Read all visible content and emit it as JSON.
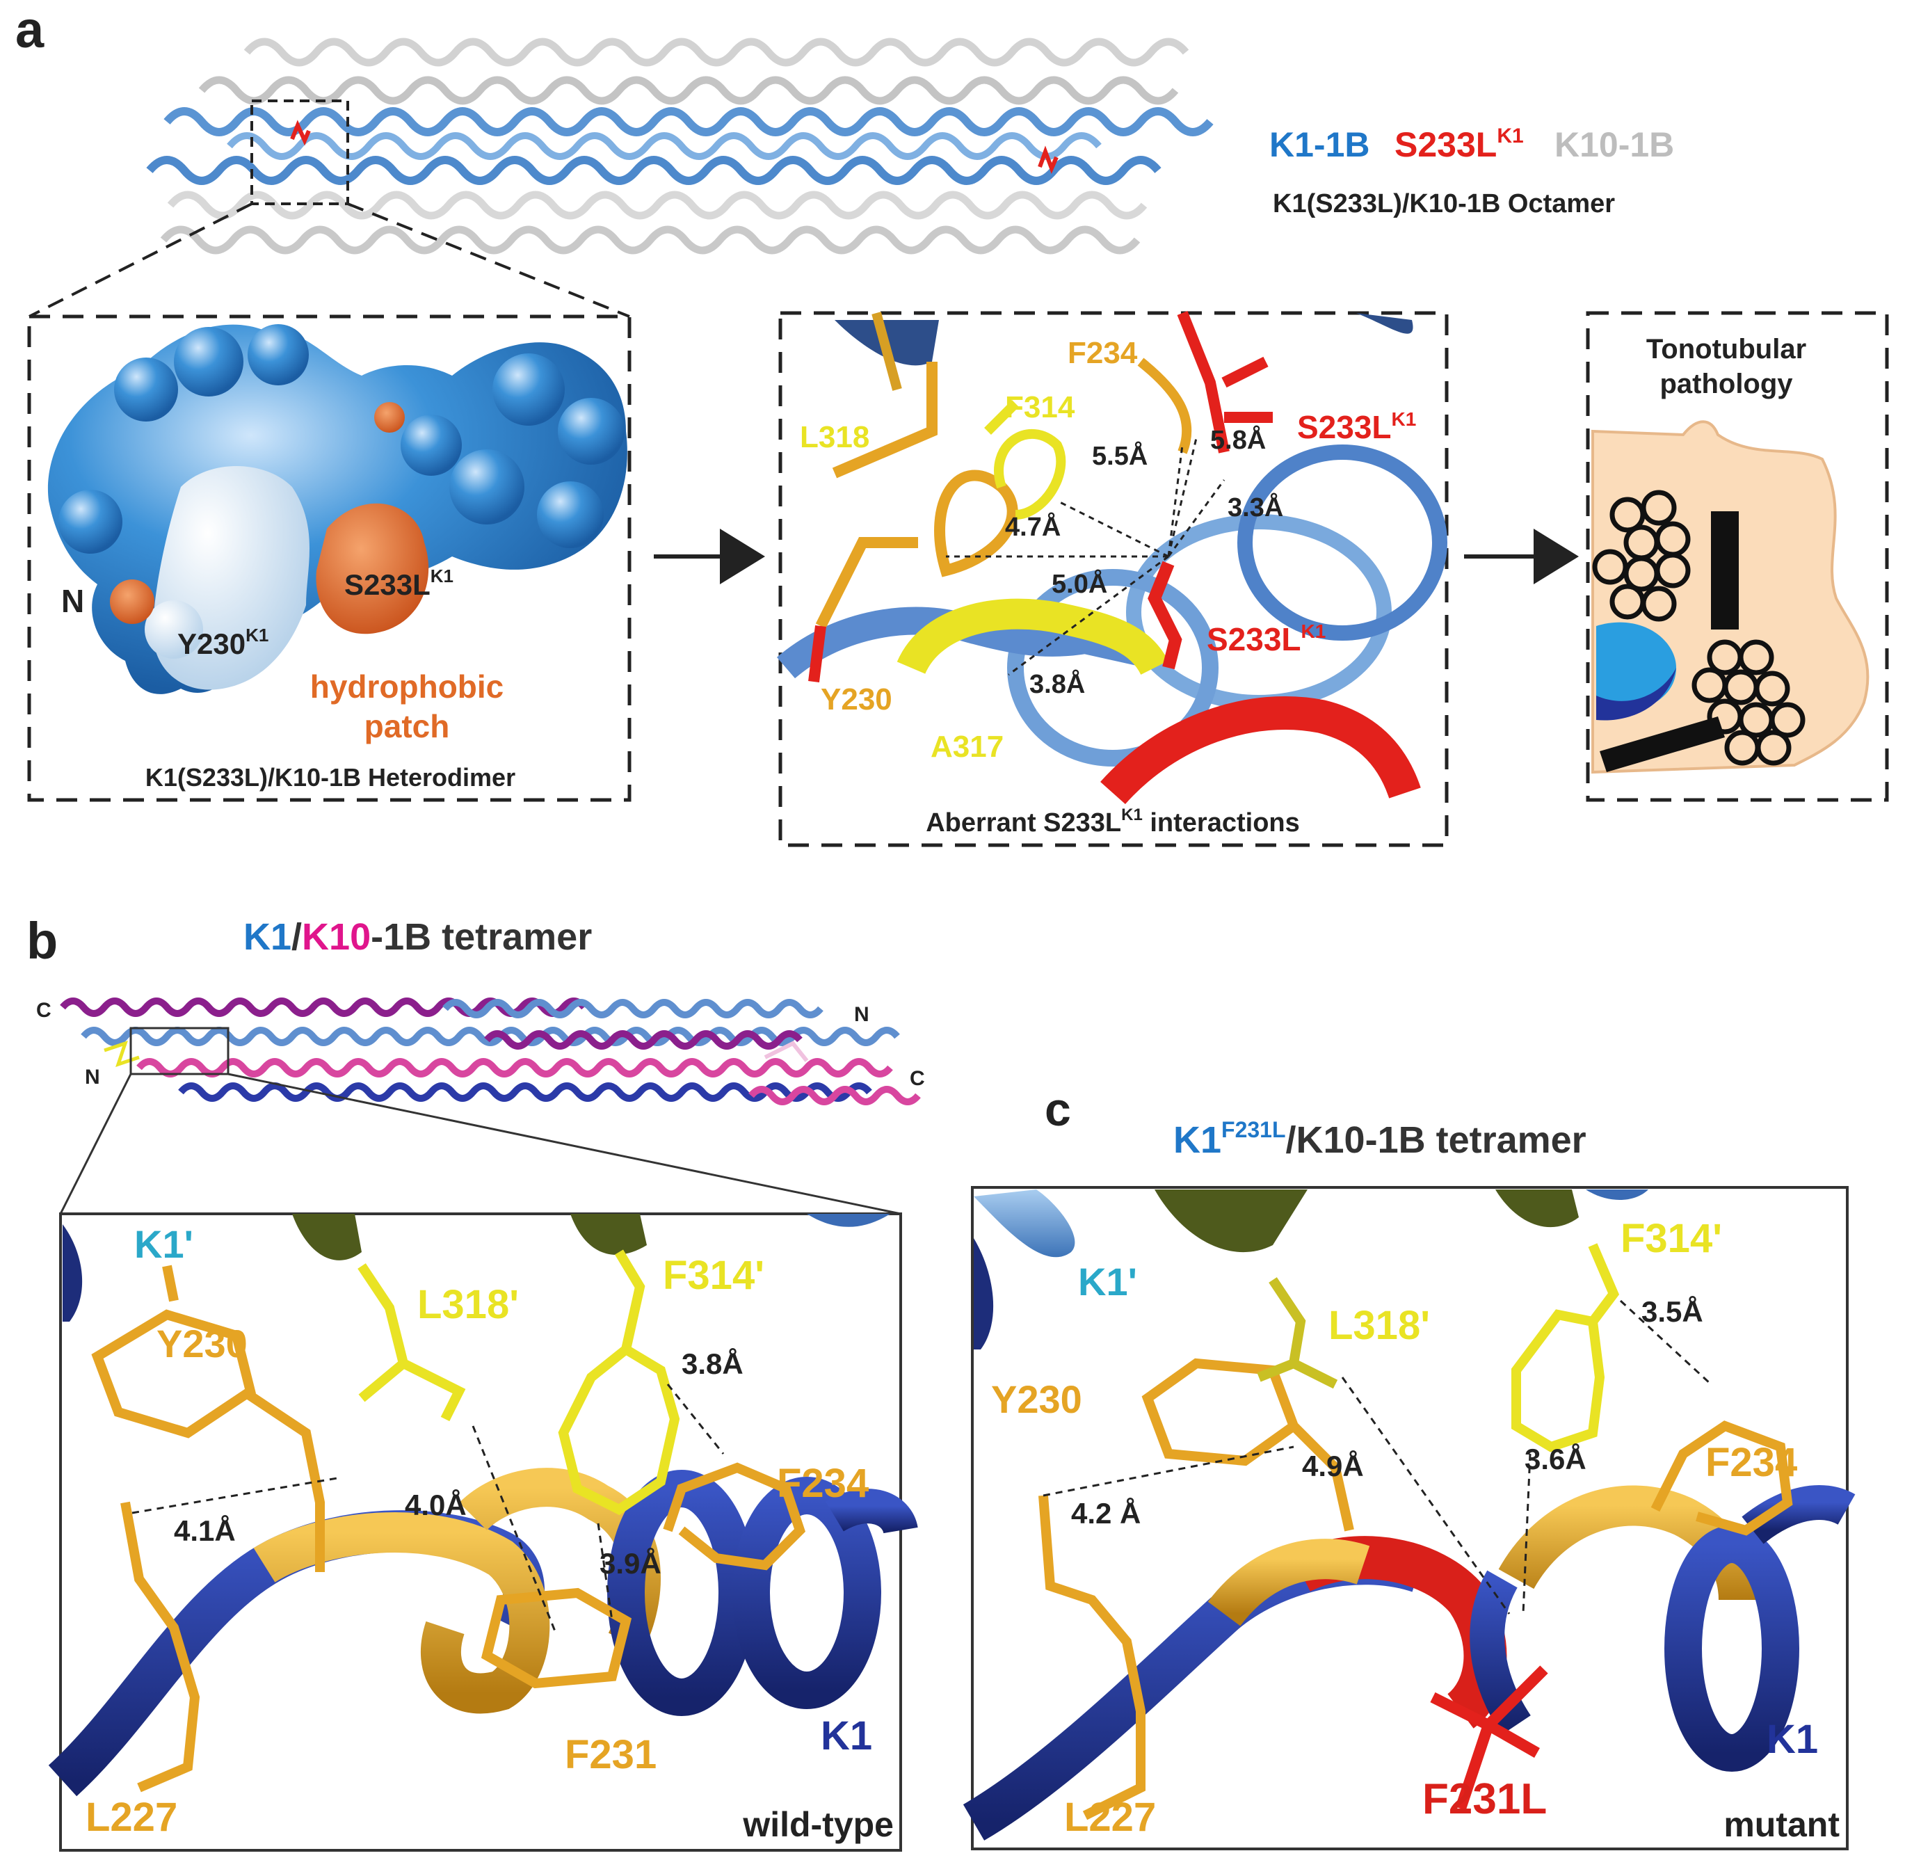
{
  "panel_a": {
    "letter": "a",
    "legend": {
      "k1": "K1-1B",
      "s233l_base": "S233L",
      "s233l_sup": "K1",
      "k10": "K10-1B",
      "caption": "K1(S233L)/K10-1B Octamer"
    },
    "surface_box": {
      "n_label": "N",
      "y230_base": "Y230",
      "y230_sup": "K1",
      "s233l_base": "S233L",
      "s233l_sup": "K1",
      "hydrophobic_line1": "hydrophobic",
      "hydrophobic_line2": "patch",
      "caption": "K1(S233L)/K10-1B Heterodimer"
    },
    "interaction_box": {
      "f234": "F234",
      "f314": "F314",
      "l318": "L318",
      "s233l_top_base": "S233L",
      "s233l_top_sup": "K1",
      "s233l_mid_base": "S233L",
      "s233l_mid_sup": "K1",
      "y230": "Y230",
      "a317": "A317",
      "d55": "5.5Å",
      "d58": "5.8Å",
      "d33": "3.3Å",
      "d47": "4.7Å",
      "d50": "5.0Å",
      "d38": "3.8Å",
      "caption_base": "Aberrant S233L",
      "caption_sup": "K1",
      "caption_tail": " interactions"
    },
    "pathology_box": {
      "line1": "Tonotubular",
      "line2": "pathology"
    }
  },
  "panel_b": {
    "letter": "b",
    "title_k1": "K1",
    "title_slash": "/",
    "title_k10": "K10",
    "title_rest": "-1B tetramer",
    "term_c_left": "C",
    "term_n_left": "N",
    "term_n_right": "N",
    "term_c_right": "C",
    "zoom": {
      "k1p": "K1'",
      "l318p": "L318'",
      "f314p": "F314'",
      "y230": "Y230",
      "d38": "3.8Å",
      "f234": "F234",
      "d41": "4.1Å",
      "d40": "4.0Å",
      "d39": "3.9Å",
      "f231": "F231",
      "k1": "K1",
      "l227": "L227",
      "state": "wild-type"
    }
  },
  "panel_c": {
    "letter": "c",
    "title_k1": "K1",
    "title_sup": "F231L",
    "title_rest": "/K10-1B tetramer",
    "zoom": {
      "k1p": "K1'",
      "l318p": "L318'",
      "f314p": "F314'",
      "d35": "3.5Å",
      "y230": "Y230",
      "d49": "4.9Å",
      "d36": "3.6Å",
      "f234": "F234",
      "d42": "4.2 Å",
      "f231l": "F231L",
      "k1": "K1",
      "l227": "L227",
      "state": "mutant"
    }
  },
  "colors": {
    "k1_blue": "#1f77c8",
    "s233l_red": "#e3211c",
    "k10_grey": "#bdbdbd",
    "k10_magenta": "#e0158c",
    "residue_gold": "#e5a424",
    "residue_yellow": "#e9e324",
    "surface_blue": "#3b8fd4",
    "patch_orange": "#e06a26",
    "helix_navy": "#22339a",
    "pathology_peach": "#fbdcba"
  }
}
